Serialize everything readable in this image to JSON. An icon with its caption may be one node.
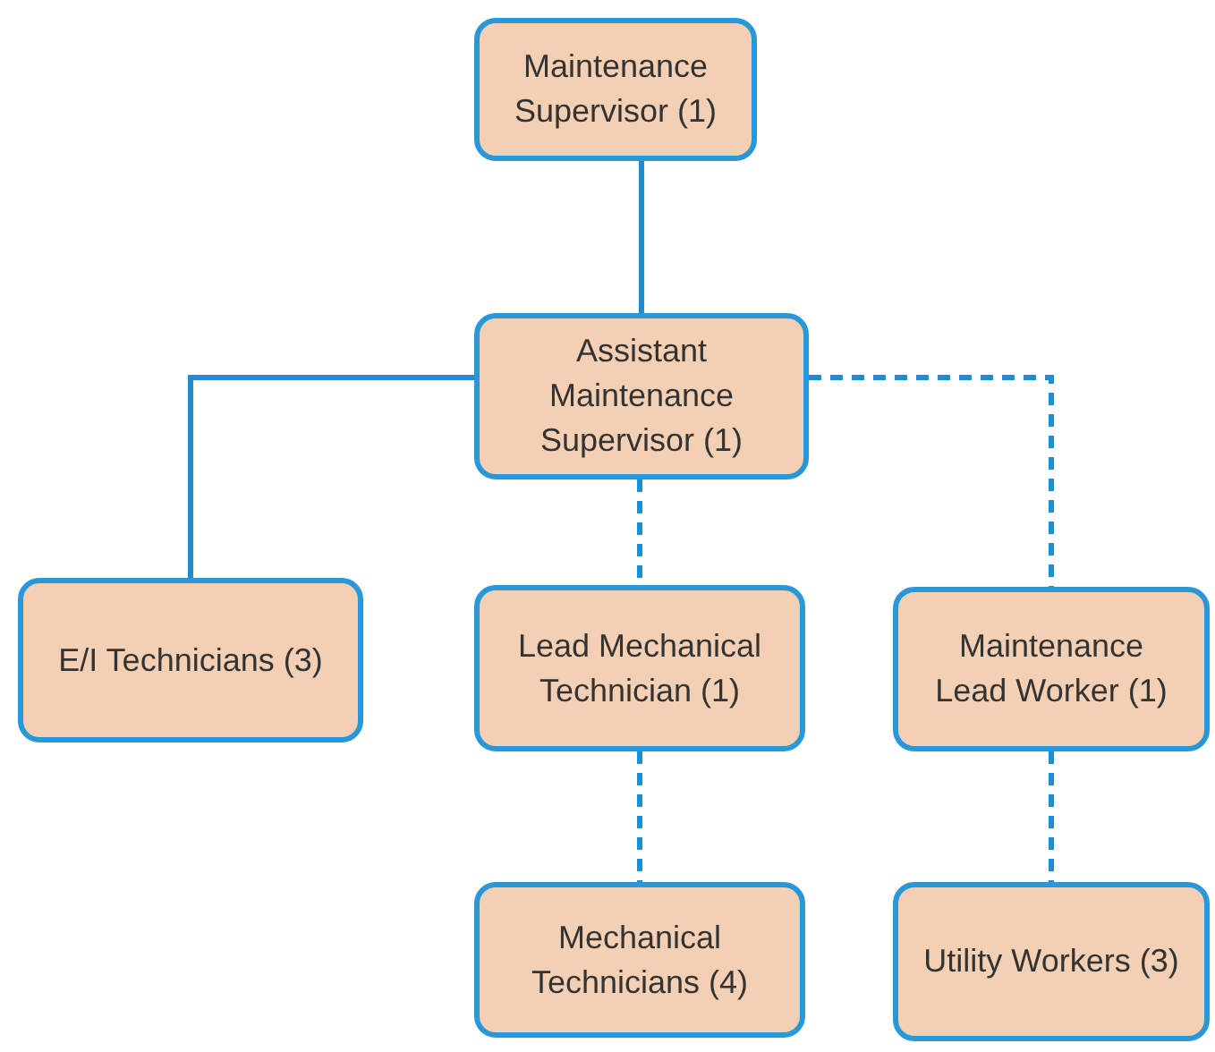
{
  "diagram": {
    "nodes": [
      {
        "text": [
          "Maintenance Supervisor (1)"
        ]
      },
      {
        "text": [
          "Assistant Maintenance Supervisor (1)"
        ]
      },
      {
        "text": [
          "E/I Technicians (3)"
        ]
      },
      {
        "text": [
          "Lead Mechanical Technician (1)"
        ]
      },
      {
        "text": [
          "Maintenance Lead Worker (1)"
        ]
      },
      {
        "text": [
          "Mechanical Technicians (4)"
        ]
      },
      {
        "text": [
          "Utility Workers (3)"
        ]
      }
    ],
    "edges": [
      {
        "from": 0,
        "to": 1,
        "arrow": "none"
      },
      {
        "from": 1,
        "to": 2,
        "arrow": "none"
      },
      {
        "from": 1,
        "to": 3,
        "arrow": "none",
        "style": "dashed"
      },
      {
        "from": 1,
        "to": 4,
        "arrow": "none",
        "style": "dashed"
      },
      {
        "from": 3,
        "to": 5,
        "arrow": "none",
        "style": "dashed"
      },
      {
        "from": 4,
        "to": 6,
        "arrow": "none",
        "style": "dashed"
      }
    ]
  }
}
